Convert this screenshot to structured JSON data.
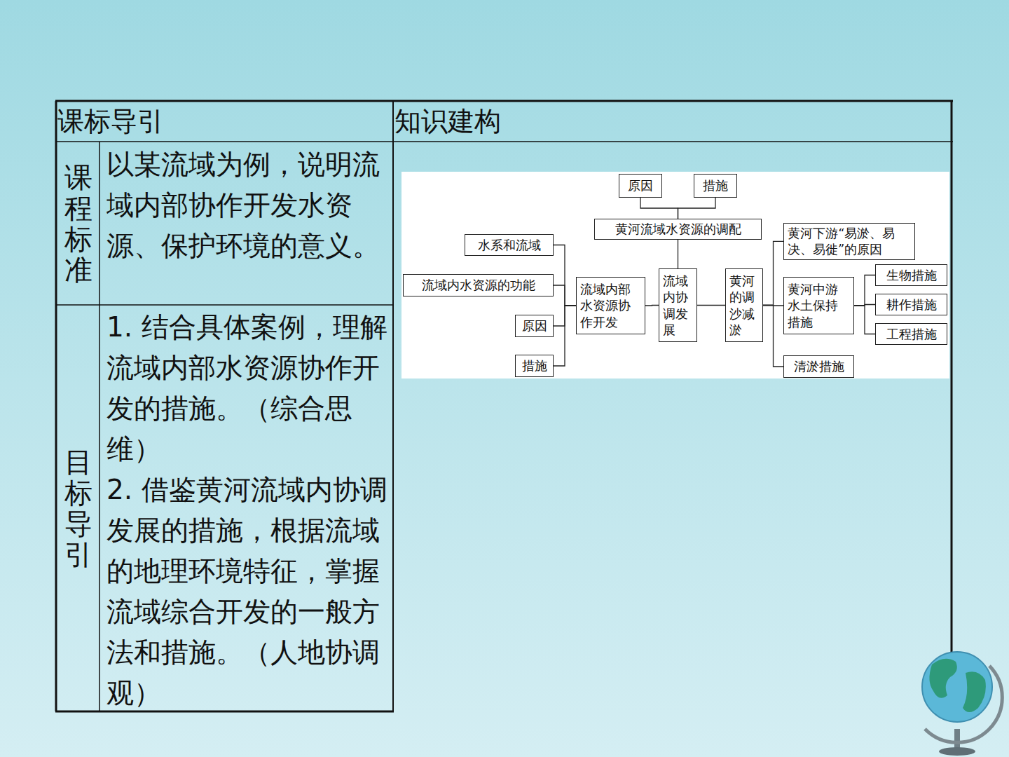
{
  "diagram": {
    "nodes": [
      {
        "text": [
          "原因"
        ]
      },
      {
        "text": [
          "措施"
        ]
      },
      {
        "text": [
          "黄河流域水资源的调配"
        ]
      },
      {
        "text": [
          "水系和流域"
        ]
      },
      {
        "text": [
          "流域内水资源的功能"
        ]
      },
      {
        "text": [
          "原因"
        ]
      },
      {
        "text": [
          "措施"
        ]
      },
      {
        "text": [
          "流域内部水资源协作开发"
        ]
      },
      {
        "text": [
          "流域内协调发展"
        ]
      },
      {
        "text": [
          "黄河的调沙减淤"
        ]
      },
      {
        "text": [
          "黄河下游“易淤、易决、易徙”的原因"
        ]
      },
      {
        "text": [
          "黄河中游水土保持措施"
        ]
      },
      {
        "text": [
          "生物措施"
        ]
      },
      {
        "text": [
          "耕作措施"
        ]
      },
      {
        "text": [
          "工程措施"
        ]
      },
      {
        "text": [
          "清淤措施"
        ]
      }
    ],
    "edges": [
      {
        "from": 8,
        "to": 2,
        "arrow": "none"
      },
      {
        "from": 2,
        "to": 0,
        "arrow": "none"
      },
      {
        "from": 2,
        "to": 1,
        "arrow": "none"
      },
      {
        "from": 8,
        "to": 7,
        "arrow": "none"
      },
      {
        "from": 7,
        "to": 3,
        "arrow": "none"
      },
      {
        "from": 7,
        "to": 4,
        "arrow": "none"
      },
      {
        "from": 7,
        "to": 5,
        "arrow": "none"
      },
      {
        "from": 7,
        "to": 6,
        "arrow": "none"
      },
      {
        "from": 8,
        "to": 9,
        "arrow": "none"
      },
      {
        "from": 9,
        "to": 10,
        "arrow": "none"
      },
      {
        "from": 9,
        "to": 11,
        "arrow": "none"
      },
      {
        "from": 9,
        "to": 15,
        "arrow": "none"
      },
      {
        "from": 11,
        "to": 12,
        "arrow": "none"
      },
      {
        "from": 11,
        "to": 13,
        "arrow": "none"
      },
      {
        "from": 11,
        "to": 14,
        "arrow": "none"
      }
    ],
    "labels": [
      "课标导引",
      "知识建构",
      "课程标准",
      "以某流域为例，说明流域内部协作开发水资源、保护环境的意义。",
      "目标导引",
      "1. 结合具体案例，理解流域内部水资源协作开发的措施。（综合思维）",
      "2. 借鉴黄河流域内协调发展的措施，根据流域的地理环境特征，掌握流域综合开发的一般方法和措施。（人地协调观）"
    ]
  }
}
